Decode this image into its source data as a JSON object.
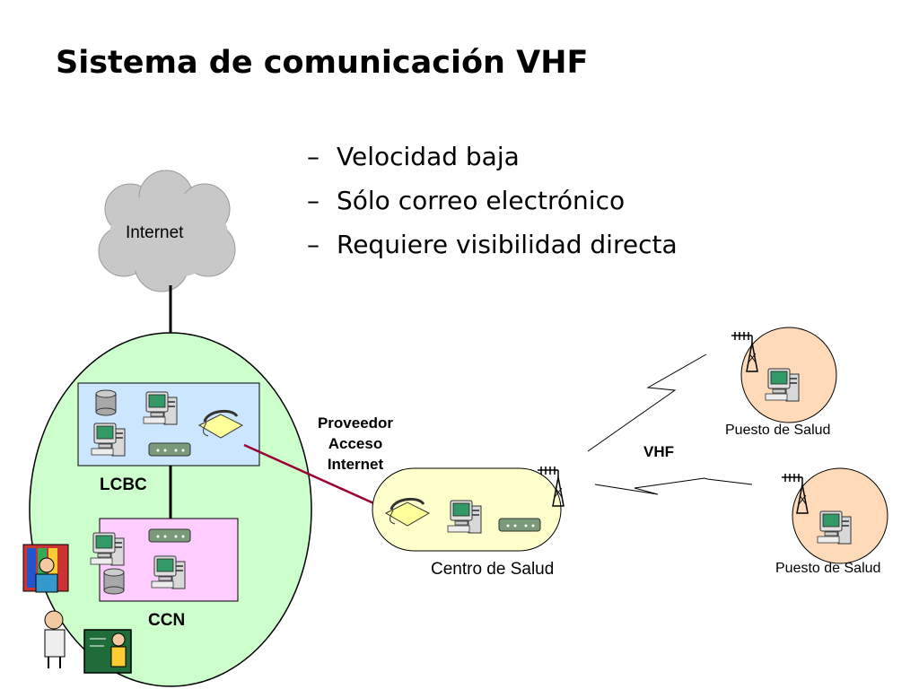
{
  "slide": {
    "title": "Sistema de comunicación VHF",
    "bullets": [
      "Velocidad baja",
      "Sólo correo electrónico",
      "Requiere visibilidad directa"
    ],
    "bullet_marker": "–"
  },
  "diagram": {
    "internet_label": "Internet",
    "lcbc_label": "LCBC",
    "ccn_label": "CCN",
    "provider_label": [
      "Proveedor",
      "Acceso",
      "Internet"
    ],
    "centro_label": "Centro de Salud",
    "puesto_top_label": "Puesto de Salud",
    "puesto_bottom_label": "Puesto de Salud",
    "vhf_label": "VHF",
    "colors": {
      "cloud": "#c8c8c8",
      "network_circle": "#ccffcc",
      "lcbc_box": "#cce6ff",
      "ccn_box": "#ffccff",
      "centro_fill": "#ffffcc",
      "puesto_fill": "#ffdab9",
      "provider_link": "#990033"
    },
    "icons": [
      "cloud-icon",
      "computer-icon",
      "database-icon",
      "telephone-icon",
      "modem-icon",
      "antenna-tower-icon",
      "lightning-link-icon",
      "person-icon"
    ]
  }
}
